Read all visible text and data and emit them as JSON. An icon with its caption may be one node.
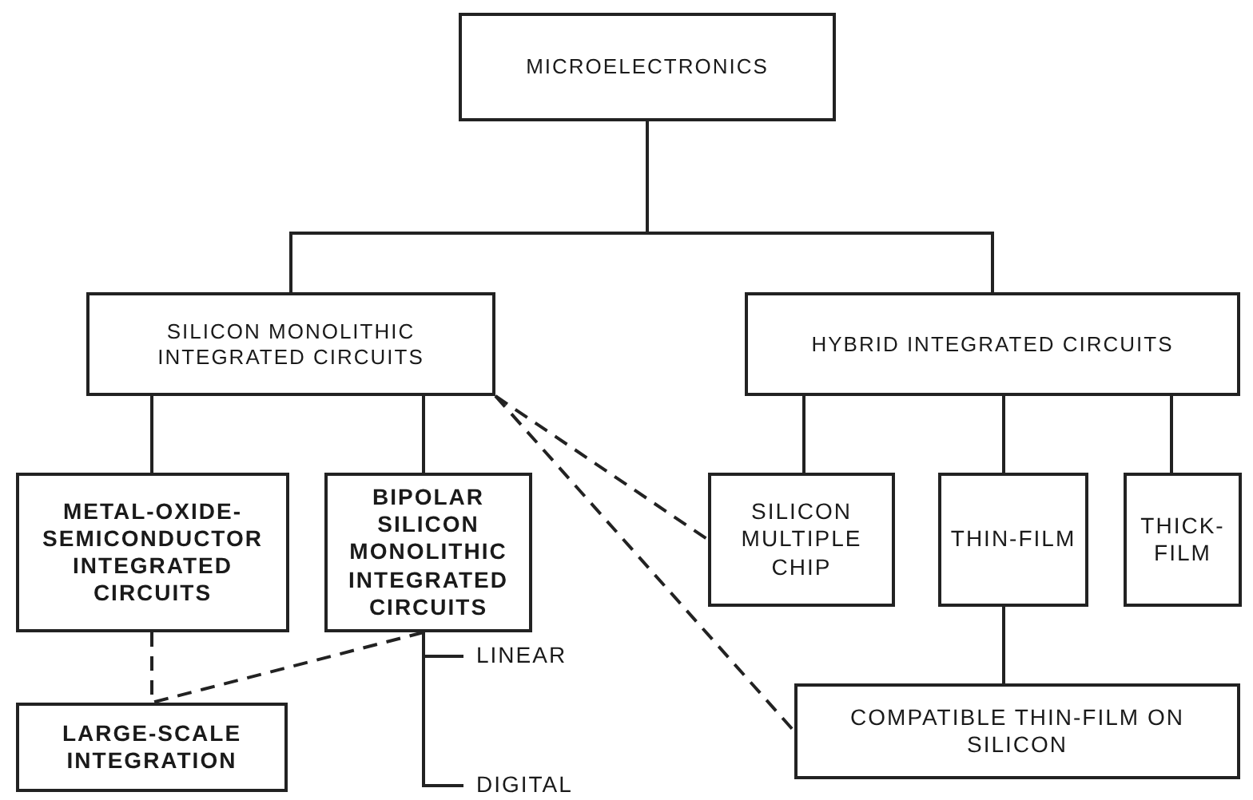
{
  "diagram": {
    "nodes": [
      {
        "text": [
          "MICROELECTRONICS"
        ]
      },
      {
        "text": [
          "SILICON MONOLITHIC INTEGRATED CIRCUITS"
        ]
      },
      {
        "text": [
          "HYBRID INTEGRATED CIRCUITS"
        ]
      },
      {
        "text": [
          "METAL-OXIDE-SEMICONDUCTOR INTEGRATED CIRCUITS"
        ]
      },
      {
        "text": [
          "BIPOLAR SILICON MONOLITHIC INTEGRATED CIRCUITS"
        ]
      },
      {
        "text": [
          "SILICON MULTIPLE CHIP"
        ]
      },
      {
        "text": [
          "THIN-FILM"
        ]
      },
      {
        "text": [
          "THICK-FILM"
        ]
      },
      {
        "text": [
          "LINEAR"
        ]
      },
      {
        "text": [
          "COMPATIBLE THIN-FILM ON SILICON"
        ]
      },
      {
        "text": [
          "LARGE-SCALE INTEGRATION"
        ]
      },
      {
        "text": [
          "DIGITAL"
        ]
      }
    ],
    "edges": [
      {
        "from": 0,
        "to": 1,
        "arrow": "none"
      },
      {
        "from": 0,
        "to": 2,
        "arrow": "none"
      },
      {
        "from": 1,
        "to": 3,
        "arrow": "none"
      },
      {
        "from": 1,
        "to": 4,
        "arrow": "none"
      },
      {
        "from": 2,
        "to": 5,
        "arrow": "none"
      },
      {
        "from": 2,
        "to": 6,
        "arrow": "none"
      },
      {
        "from": 2,
        "to": 7,
        "arrow": "none"
      },
      {
        "from": 1,
        "to": 5,
        "arrow": "none",
        "style": "dashed"
      },
      {
        "from": 1,
        "to": 9,
        "arrow": "none",
        "style": "dashed"
      },
      {
        "from": 6,
        "to": 9,
        "arrow": "none"
      },
      {
        "from": 3,
        "to": 10,
        "arrow": "none",
        "style": "dashed"
      },
      {
        "from": 4,
        "to": 10,
        "arrow": "none",
        "style": "dashed"
      },
      {
        "from": 4,
        "to": 8,
        "arrow": "none"
      },
      {
        "from": 4,
        "to": 11,
        "arrow": "none"
      }
    ]
  }
}
